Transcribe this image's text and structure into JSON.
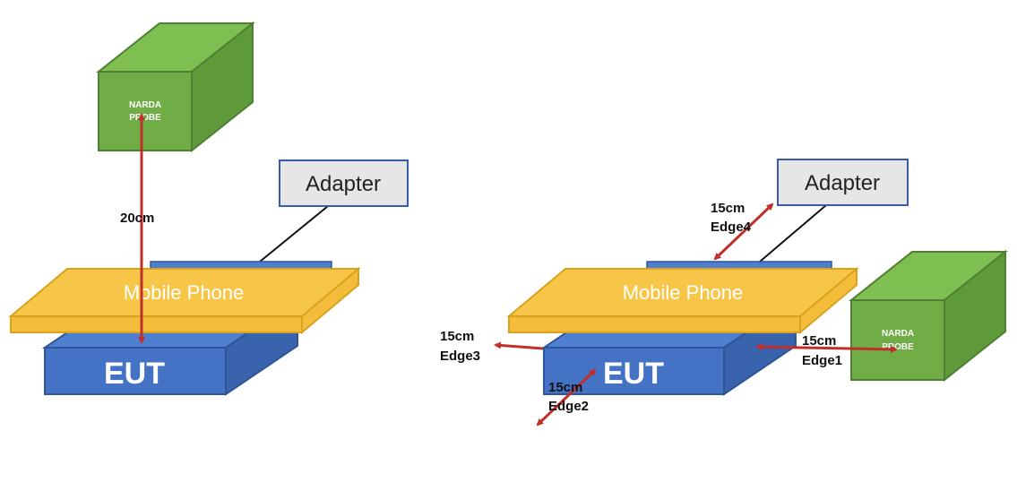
{
  "colors": {
    "probe_front": "#70ad47",
    "probe_top": "#7fbf52",
    "probe_side": "#5f9a3a",
    "probe_stroke": "#507e32",
    "phone_front": "#f4bc3b",
    "phone_top": "#f7c649",
    "phone_stroke": "#d9a21e",
    "eut_front": "#4472c4",
    "eut_top": "#4f7fd0",
    "eut_side": "#3a63ad",
    "eut_stroke": "#2f5597",
    "adapter_fill": "#e7e6e6",
    "adapter_stroke": "#3a5ba8",
    "arrow": "#c0302b"
  },
  "left_setup": {
    "probe_line1": "NARDA",
    "probe_line2": "PROBE",
    "adapter_label": "Adapter",
    "phone_label": "Mobile Phone",
    "eut_label": "EUT",
    "distance_label": "20cm"
  },
  "right_setup": {
    "probe_line1": "NARDA",
    "probe_line2": "PROBE",
    "adapter_label": "Adapter",
    "phone_label": "Mobile Phone",
    "eut_label": "EUT",
    "edge4_distance": "15cm",
    "edge4_label": "Edge4",
    "edge3_distance": "15cm",
    "edge3_label": "Edge3",
    "edge2_distance": "15cm",
    "edge2_label": "Edge2",
    "edge1_distance": "15cm",
    "edge1_label": "Edge1"
  }
}
